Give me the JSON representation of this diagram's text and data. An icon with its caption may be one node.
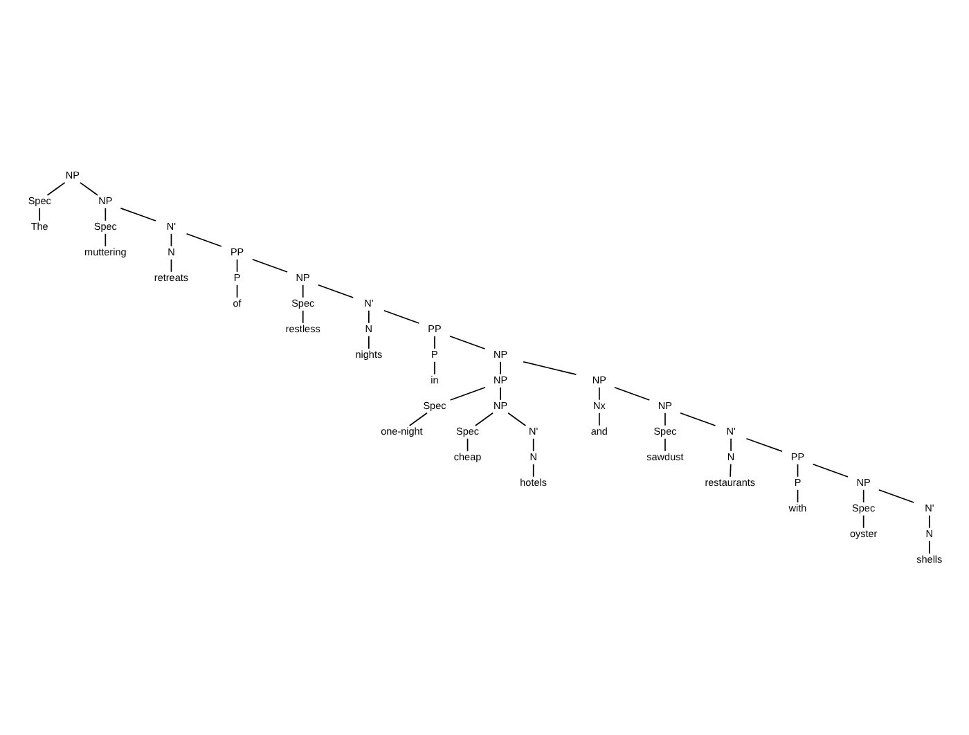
{
  "diagram": {
    "nodes": [
      {
        "text": [
          "NP"
        ]
      },
      {
        "text": [
          "Spec"
        ]
      },
      {
        "text": [
          "The"
        ]
      },
      {
        "text": [
          "NP"
        ]
      },
      {
        "text": [
          "Spec"
        ]
      },
      {
        "text": [
          "muttering"
        ]
      },
      {
        "text": [
          "N'"
        ]
      },
      {
        "text": [
          "N"
        ]
      },
      {
        "text": [
          "retreats"
        ]
      },
      {
        "text": [
          "PP"
        ]
      },
      {
        "text": [
          "P"
        ]
      },
      {
        "text": [
          "of"
        ]
      },
      {
        "text": [
          "NP"
        ]
      },
      {
        "text": [
          "Spec"
        ]
      },
      {
        "text": [
          "restless"
        ]
      },
      {
        "text": [
          "N'"
        ]
      },
      {
        "text": [
          "N"
        ]
      },
      {
        "text": [
          "nights"
        ]
      },
      {
        "text": [
          "PP"
        ]
      },
      {
        "text": [
          "P"
        ]
      },
      {
        "text": [
          "in"
        ]
      },
      {
        "text": [
          "NP"
        ]
      },
      {
        "text": [
          "NP"
        ]
      },
      {
        "text": [
          "Spec"
        ]
      },
      {
        "text": [
          "one-night"
        ]
      },
      {
        "text": [
          "NP"
        ]
      },
      {
        "text": [
          "Spec"
        ]
      },
      {
        "text": [
          "cheap"
        ]
      },
      {
        "text": [
          "N'"
        ]
      },
      {
        "text": [
          "N"
        ]
      },
      {
        "text": [
          "hotels"
        ]
      },
      {
        "text": [
          "NP"
        ]
      },
      {
        "text": [
          "Nx"
        ]
      },
      {
        "text": [
          "and"
        ]
      },
      {
        "text": [
          "NP"
        ]
      },
      {
        "text": [
          "Spec"
        ]
      },
      {
        "text": [
          "sawdust"
        ]
      },
      {
        "text": [
          "N'"
        ]
      },
      {
        "text": [
          "N"
        ]
      },
      {
        "text": [
          "restaurants"
        ]
      },
      {
        "text": [
          "PP"
        ]
      },
      {
        "text": [
          "P"
        ]
      },
      {
        "text": [
          "with"
        ]
      },
      {
        "text": [
          "NP"
        ]
      },
      {
        "text": [
          "Spec"
        ]
      },
      {
        "text": [
          "oyster"
        ]
      },
      {
        "text": [
          "N'"
        ]
      },
      {
        "text": [
          "N"
        ]
      },
      {
        "text": [
          "shells"
        ]
      }
    ],
    "edges": [
      {
        "from": 0,
        "to": 1,
        "arrow": "none"
      },
      {
        "from": 1,
        "to": 2,
        "arrow": "none"
      },
      {
        "from": 0,
        "to": 3,
        "arrow": "none"
      },
      {
        "from": 3,
        "to": 4,
        "arrow": "none"
      },
      {
        "from": 4,
        "to": 5,
        "arrow": "none"
      },
      {
        "from": 3,
        "to": 6,
        "arrow": "none"
      },
      {
        "from": 6,
        "to": 7,
        "arrow": "none"
      },
      {
        "from": 7,
        "to": 8,
        "arrow": "none"
      },
      {
        "from": 6,
        "to": 9,
        "arrow": "none"
      },
      {
        "from": 9,
        "to": 10,
        "arrow": "none"
      },
      {
        "from": 10,
        "to": 11,
        "arrow": "none"
      },
      {
        "from": 9,
        "to": 12,
        "arrow": "none"
      },
      {
        "from": 12,
        "to": 13,
        "arrow": "none"
      },
      {
        "from": 13,
        "to": 14,
        "arrow": "none"
      },
      {
        "from": 12,
        "to": 15,
        "arrow": "none"
      },
      {
        "from": 15,
        "to": 16,
        "arrow": "none"
      },
      {
        "from": 16,
        "to": 17,
        "arrow": "none"
      },
      {
        "from": 15,
        "to": 18,
        "arrow": "none"
      },
      {
        "from": 18,
        "to": 19,
        "arrow": "none"
      },
      {
        "from": 19,
        "to": 20,
        "arrow": "none"
      },
      {
        "from": 18,
        "to": 21,
        "arrow": "none"
      },
      {
        "from": 21,
        "to": 22,
        "arrow": "none"
      },
      {
        "from": 22,
        "to": 23,
        "arrow": "none"
      },
      {
        "from": 23,
        "to": 24,
        "arrow": "none"
      },
      {
        "from": 22,
        "to": 25,
        "arrow": "none"
      },
      {
        "from": 25,
        "to": 26,
        "arrow": "none"
      },
      {
        "from": 26,
        "to": 27,
        "arrow": "none"
      },
      {
        "from": 25,
        "to": 28,
        "arrow": "none"
      },
      {
        "from": 28,
        "to": 29,
        "arrow": "none"
      },
      {
        "from": 29,
        "to": 30,
        "arrow": "none"
      },
      {
        "from": 21,
        "to": 31,
        "arrow": "none"
      },
      {
        "from": 31,
        "to": 32,
        "arrow": "none"
      },
      {
        "from": 32,
        "to": 33,
        "arrow": "none"
      },
      {
        "from": 31,
        "to": 34,
        "arrow": "none"
      },
      {
        "from": 34,
        "to": 35,
        "arrow": "none"
      },
      {
        "from": 35,
        "to": 36,
        "arrow": "none"
      },
      {
        "from": 34,
        "to": 37,
        "arrow": "none"
      },
      {
        "from": 37,
        "to": 38,
        "arrow": "none"
      },
      {
        "from": 38,
        "to": 39,
        "arrow": "none"
      },
      {
        "from": 37,
        "to": 40,
        "arrow": "none"
      },
      {
        "from": 40,
        "to": 41,
        "arrow": "none"
      },
      {
        "from": 41,
        "to": 42,
        "arrow": "none"
      },
      {
        "from": 40,
        "to": 43,
        "arrow": "none"
      },
      {
        "from": 43,
        "to": 44,
        "arrow": "none"
      },
      {
        "from": 44,
        "to": 45,
        "arrow": "none"
      },
      {
        "from": 43,
        "to": 46,
        "arrow": "none"
      },
      {
        "from": 46,
        "to": 47,
        "arrow": "none"
      },
      {
        "from": 47,
        "to": 48,
        "arrow": "none"
      }
    ]
  }
}
